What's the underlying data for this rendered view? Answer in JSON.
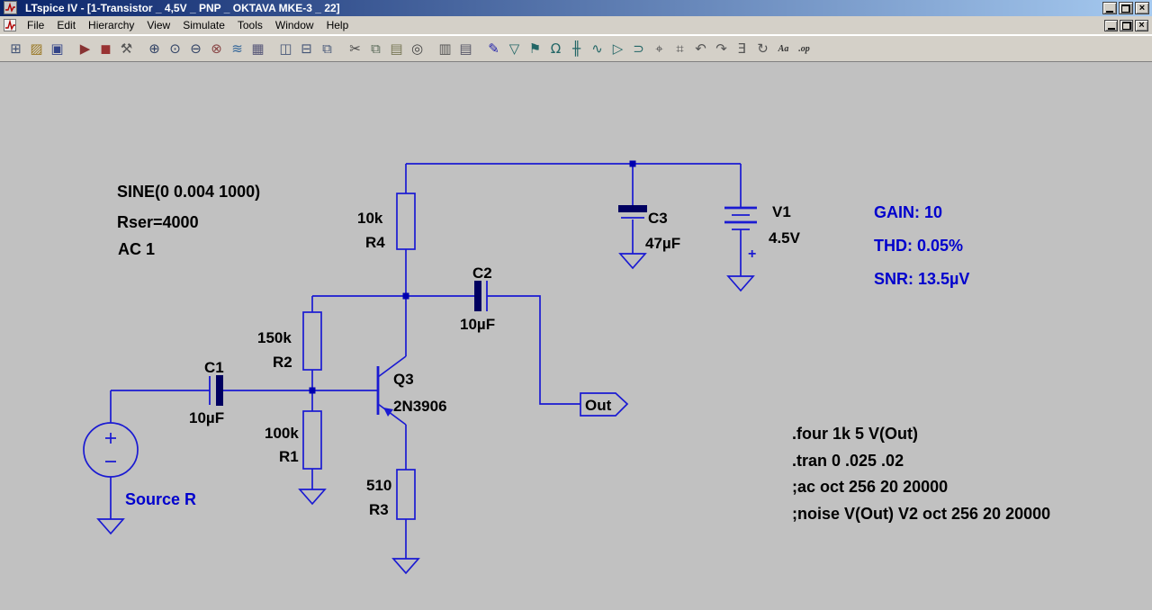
{
  "window": {
    "title": "LTspice IV - [1-Transistor _ 4,5V _ PNP _ OKTAVA MKE-3 _ 22]",
    "close_glyph": "×"
  },
  "colors": {
    "wire": "#1a1ad2",
    "comment": "#0000cd",
    "junction": "#0000b0",
    "plate": "#000060",
    "canvas": "#c1c1c1",
    "chrome": "#d4d0c8",
    "title_left": "#0a246a",
    "title_right": "#a6caf0",
    "text": "#000000"
  },
  "menu": {
    "items": [
      "File",
      "Edit",
      "Hierarchy",
      "View",
      "Simulate",
      "Tools",
      "Window",
      "Help"
    ]
  },
  "toolbar": {
    "icons": [
      {
        "name": "new-schematic",
        "glyph": "⊞",
        "color": "#445577"
      },
      {
        "name": "open",
        "glyph": "▨",
        "color": "#997722"
      },
      {
        "name": "save",
        "glyph": "▣",
        "color": "#334488"
      },
      {
        "sep": true
      },
      {
        "name": "run",
        "glyph": "▶",
        "color": "#883333"
      },
      {
        "name": "halt",
        "glyph": "◼",
        "color": "#993333"
      },
      {
        "name": "control-panel",
        "glyph": "⚒",
        "color": "#555555"
      },
      {
        "sep": true
      },
      {
        "name": "zoom-area",
        "glyph": "⊕",
        "color": "#334466"
      },
      {
        "name": "zoom-back",
        "glyph": "⊙",
        "color": "#334466"
      },
      {
        "name": "zoom-out",
        "glyph": "⊖",
        "color": "#334466"
      },
      {
        "name": "zoom-full-extents",
        "glyph": "⊗",
        "color": "#884444"
      },
      {
        "name": "waveform-pane",
        "glyph": "≋",
        "color": "#336699"
      },
      {
        "name": "grid",
        "glyph": "▦",
        "color": "#555577"
      },
      {
        "sep": true
      },
      {
        "name": "tile-vertical",
        "glyph": "◫",
        "color": "#445577"
      },
      {
        "name": "tile-horizontal",
        "glyph": "⊟",
        "color": "#445577"
      },
      {
        "name": "cascade",
        "glyph": "⧉",
        "color": "#445577"
      },
      {
        "sep": true
      },
      {
        "name": "cut",
        "glyph": "✂",
        "color": "#444444"
      },
      {
        "name": "copy",
        "glyph": "⧉",
        "color": "#556655"
      },
      {
        "name": "paste",
        "glyph": "▤",
        "color": "#777755"
      },
      {
        "name": "find",
        "glyph": "◎",
        "color": "#444444"
      },
      {
        "sep": true
      },
      {
        "name": "print-setup",
        "glyph": "▥",
        "color": "#555555"
      },
      {
        "name": "print",
        "glyph": "▤",
        "color": "#555566"
      },
      {
        "sep": true
      },
      {
        "name": "draw-wire",
        "glyph": "✎",
        "color": "#2222aa"
      },
      {
        "name": "place-ground",
        "glyph": "▽",
        "color": "#226666"
      },
      {
        "name": "net-label",
        "glyph": "⚑",
        "color": "#226666"
      },
      {
        "name": "place-resistor",
        "glyph": "Ω",
        "color": "#226666"
      },
      {
        "name": "place-capacitor",
        "glyph": "╫",
        "color": "#226666"
      },
      {
        "name": "place-inductor",
        "glyph": "∿",
        "color": "#226666"
      },
      {
        "name": "place-diode",
        "glyph": "▷",
        "color": "#226666"
      },
      {
        "name": "place-component",
        "glyph": "⊃",
        "color": "#226666"
      },
      {
        "name": "move",
        "glyph": "⌖",
        "color": "#555555"
      },
      {
        "name": "drag",
        "glyph": "⌗",
        "color": "#555555"
      },
      {
        "name": "undo",
        "glyph": "↶",
        "color": "#555555"
      },
      {
        "name": "redo",
        "glyph": "↷",
        "color": "#555555"
      },
      {
        "name": "mirror",
        "glyph": "Ǝ",
        "color": "#555555"
      },
      {
        "name": "rotate",
        "glyph": "↻",
        "color": "#555555"
      },
      {
        "name": "place-text",
        "glyph": "Aa",
        "color": "#333333",
        "small": true
      },
      {
        "name": "spice-directive",
        "glyph": ".op",
        "color": "#333333",
        "small": true
      }
    ]
  },
  "schematic": {
    "source_params": [
      "SINE(0 0.004 1000)",
      "Rser=4000",
      "AC 1"
    ],
    "results": [
      "GAIN: 10",
      "THD: 0.05%",
      "SNR: 13.5µV"
    ],
    "spice_directives": [
      ".four 1k 5 V(Out)",
      ".tran 0 .025 .02",
      ";ac oct 256 20 20000",
      ";noise V(Out) V2 oct 256 20 20000"
    ],
    "source_label": "Source R",
    "out_port": "Out",
    "battery_plus": "+",
    "components": {
      "R4": {
        "ref": "R4",
        "value": "10k"
      },
      "R2": {
        "ref": "R2",
        "value": "150k"
      },
      "R1": {
        "ref": "R1",
        "value": "100k"
      },
      "R3": {
        "ref": "R3",
        "value": "510"
      },
      "C1": {
        "ref": "C1",
        "value": "10µF"
      },
      "C2": {
        "ref": "C2",
        "value": "10µF"
      },
      "C3": {
        "ref": "C3",
        "value": "47µF"
      },
      "V1": {
        "ref": "V1",
        "value": "4.5V"
      },
      "Q3": {
        "ref": "Q3",
        "value": "2N3906"
      }
    }
  }
}
